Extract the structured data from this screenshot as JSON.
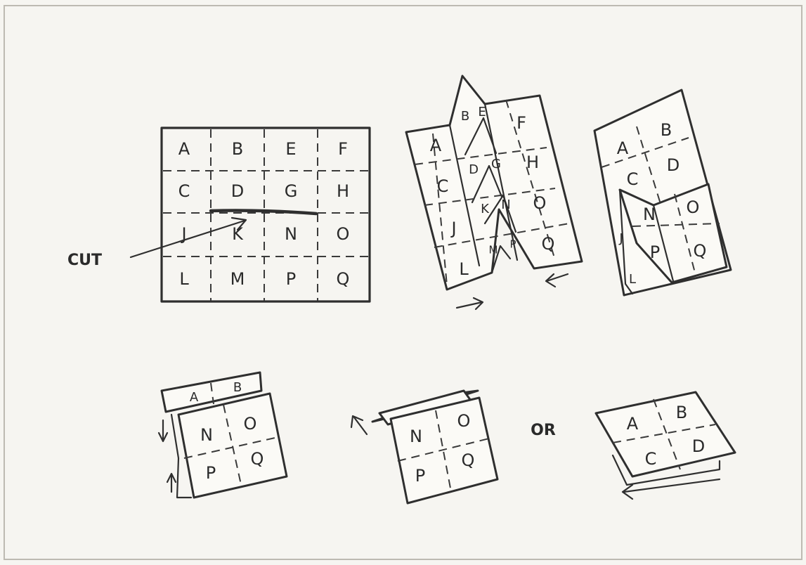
{
  "grid": {
    "rows": [
      [
        "A",
        "B",
        "E",
        "F"
      ],
      [
        "C",
        "D",
        "G",
        "H"
      ],
      [
        "J",
        "K",
        "N",
        "O"
      ],
      [
        "L",
        "M",
        "P",
        "Q"
      ]
    ]
  },
  "cut_label": "CUT",
  "step2": {
    "left": [
      "A",
      "C",
      "J",
      "L"
    ],
    "fold_top": [
      "B",
      "E"
    ],
    "inner": [
      "D",
      "G",
      "K",
      "N",
      "M",
      "P"
    ],
    "right": [
      "F",
      "H",
      "O",
      "Q"
    ]
  },
  "step3": {
    "top": [
      "A",
      "B",
      "C",
      "D"
    ],
    "bottom": [
      "N",
      "O",
      "P",
      "Q"
    ],
    "edge": [
      "J",
      "L"
    ]
  },
  "step4": {
    "back": [
      "A",
      "B"
    ],
    "front": [
      "N",
      "O",
      "P",
      "Q"
    ]
  },
  "step5": {
    "front": [
      "N",
      "O",
      "P",
      "Q"
    ]
  },
  "or_label": "OR",
  "step6": {
    "cells": [
      "A",
      "B",
      "C",
      "D"
    ]
  }
}
